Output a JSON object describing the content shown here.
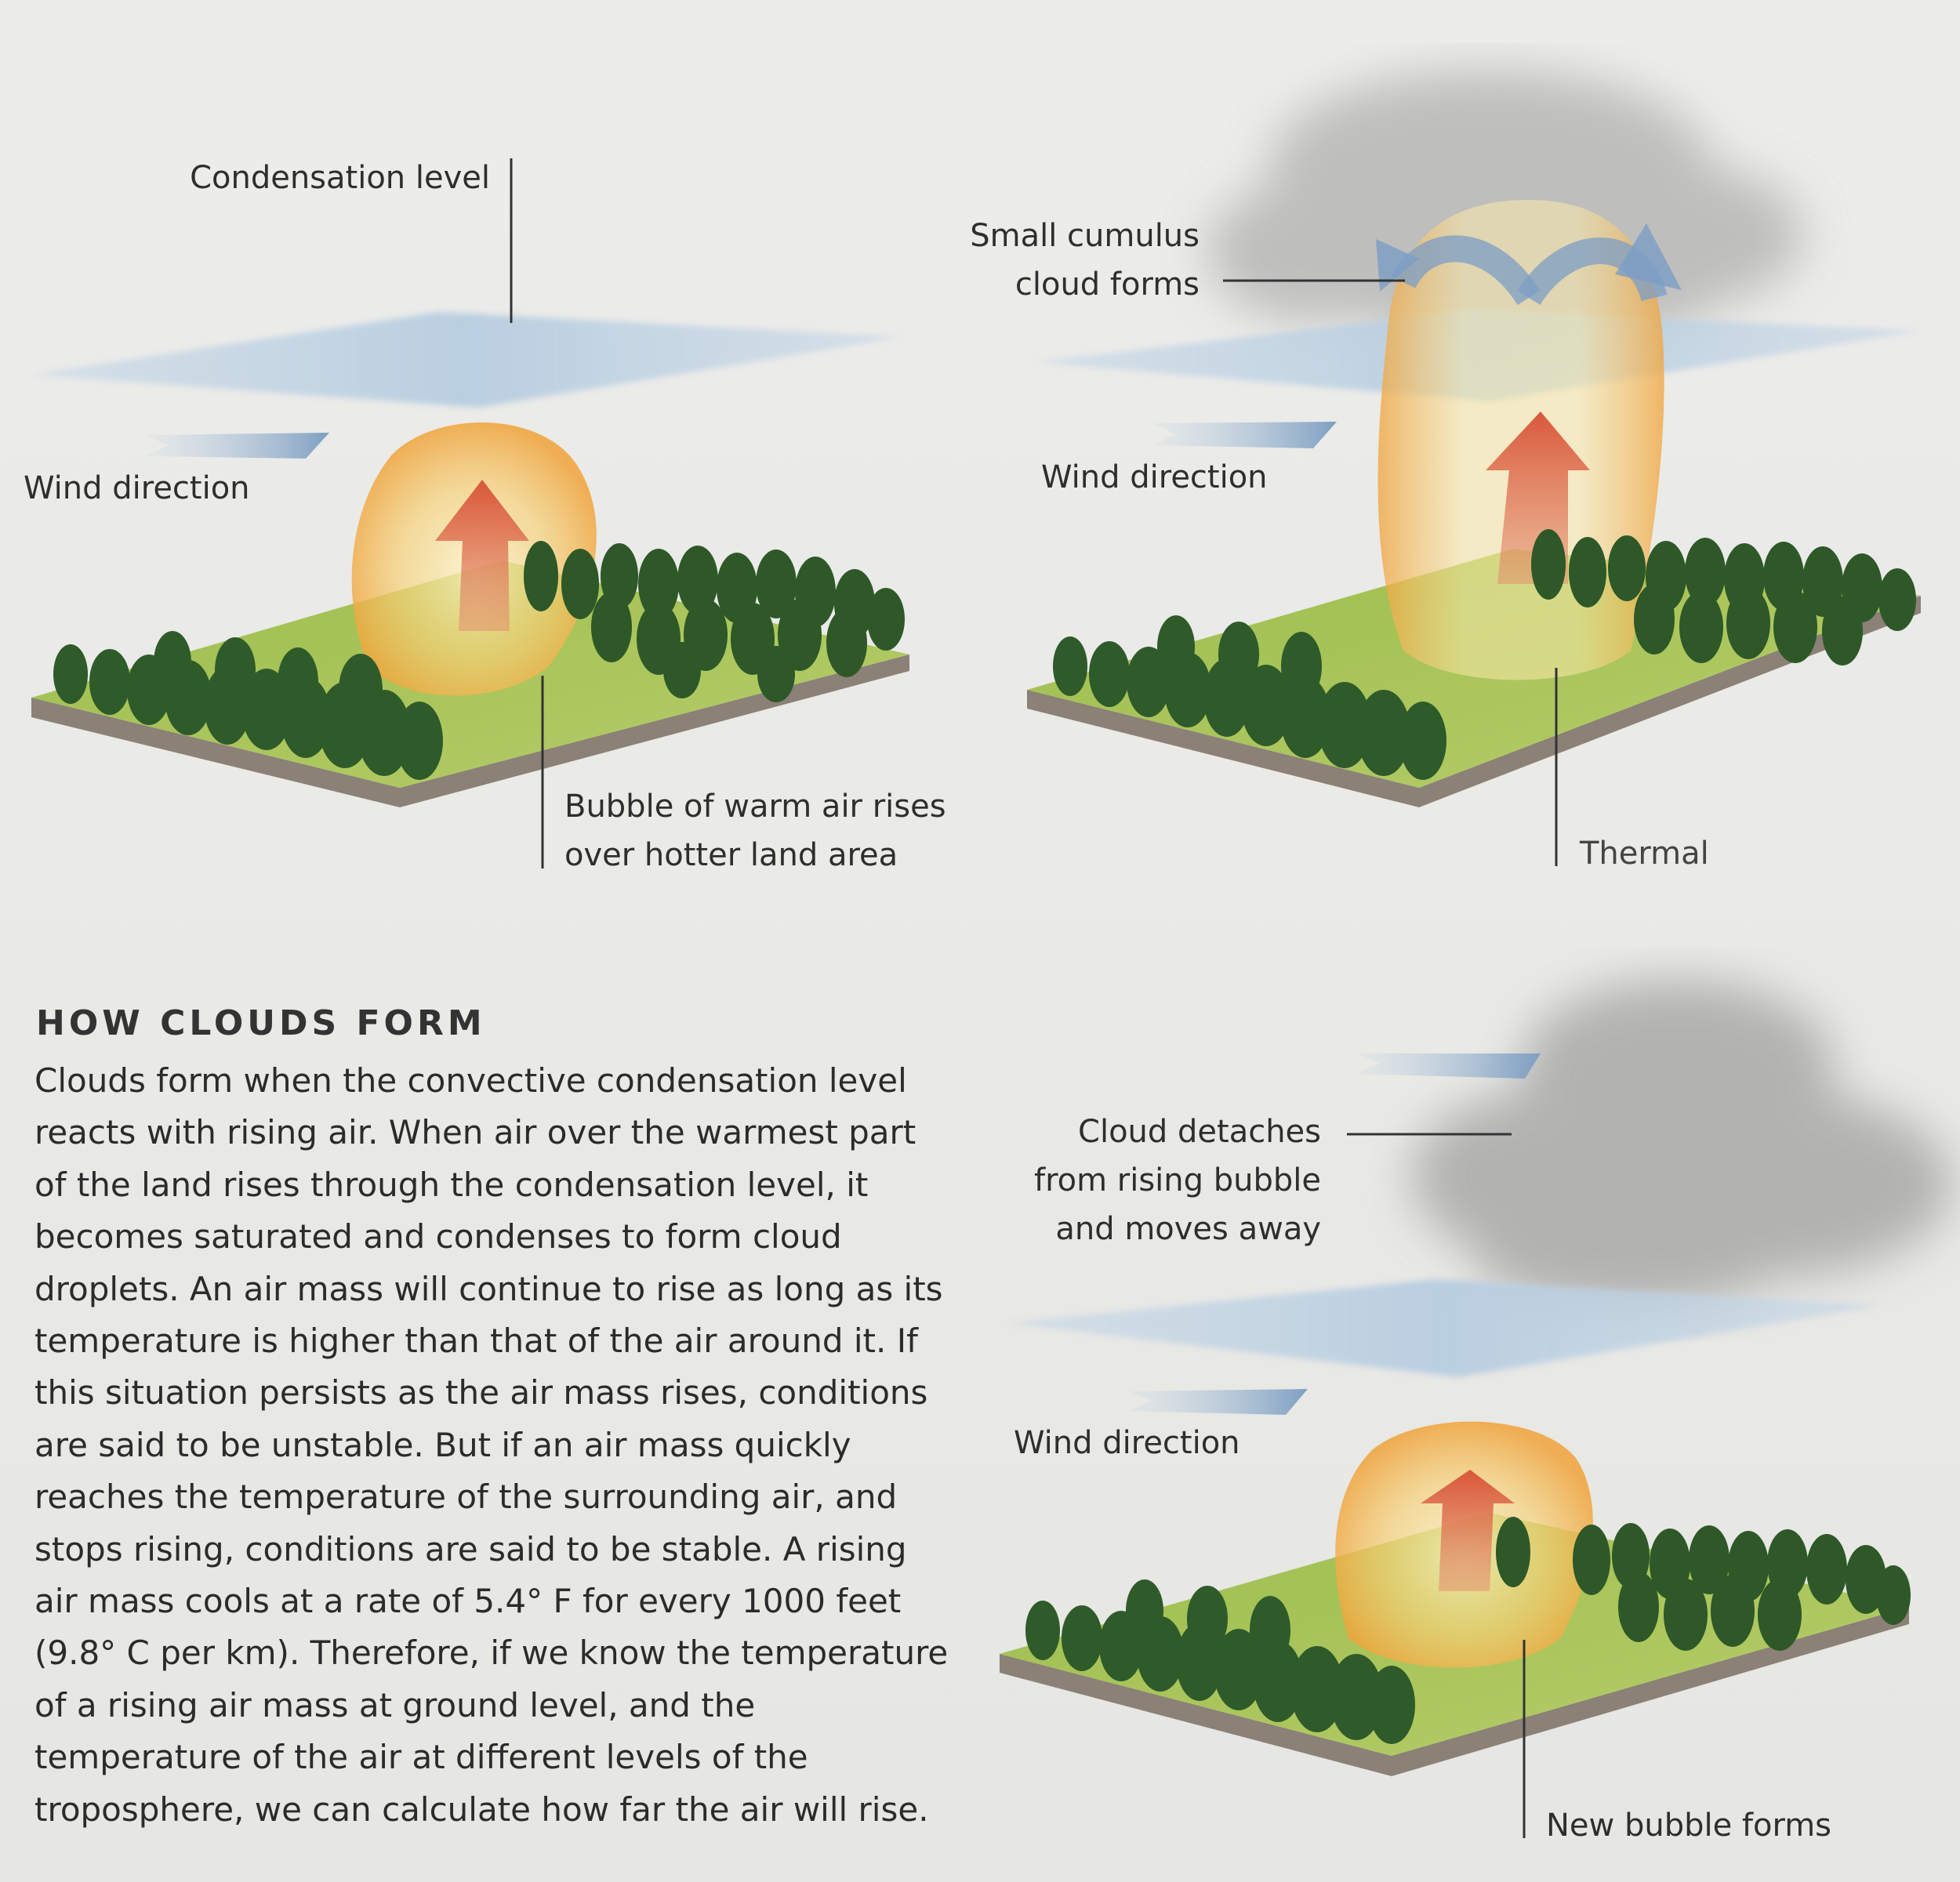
{
  "panels": {
    "panel1": {
      "condensation_label": "Condensation level",
      "wind_label": "Wind direction",
      "bubble_label": "Bubble of warm air rises\nover hotter land area"
    },
    "panel2": {
      "cumulus_label": "Small cumulus\ncloud forms",
      "wind_label": "Wind direction",
      "thermal_label": "Thermal"
    },
    "panel3": {
      "cloud_label": "Cloud detaches\nfrom rising bubble\nand moves away",
      "wind_label": "Wind direction",
      "new_bubble_label": "New bubble forms"
    }
  },
  "text": {
    "heading": "HOW CLOUDS FORM",
    "body": "Clouds form when the convective condensation level reacts with rising air. When air over the warmest part of the land rises through the condensation level, it becomes saturated and condenses to form cloud droplets. An air mass will continue to rise as long as its temperature is higher than that of the air around it. If this situation persists as the air mass rises, conditions are said to be unstable. But if an air mass quickly reaches the temperature of the surrounding air, and stops rising, conditions are said to be stable. A rising air mass cools at a rate of 5.4° F for every 1000 feet (9.8° C per km). Therefore, if we know the temperature of a rising air mass at ground level, and the temperature of the air at different levels of the troposphere, we can calculate how far the air will rise."
  },
  "colors": {
    "background": "#ebebe8",
    "condensation_plane": "#bcd0e0",
    "wind_arrow": "#8aa8c8",
    "grass": "#a6c25a",
    "soil": "#8b8176",
    "tree": "#2f5a2a",
    "warm_air": "#f2b540",
    "rising_arrow": "#d6573a",
    "cloud": "#9a9a9a"
  }
}
